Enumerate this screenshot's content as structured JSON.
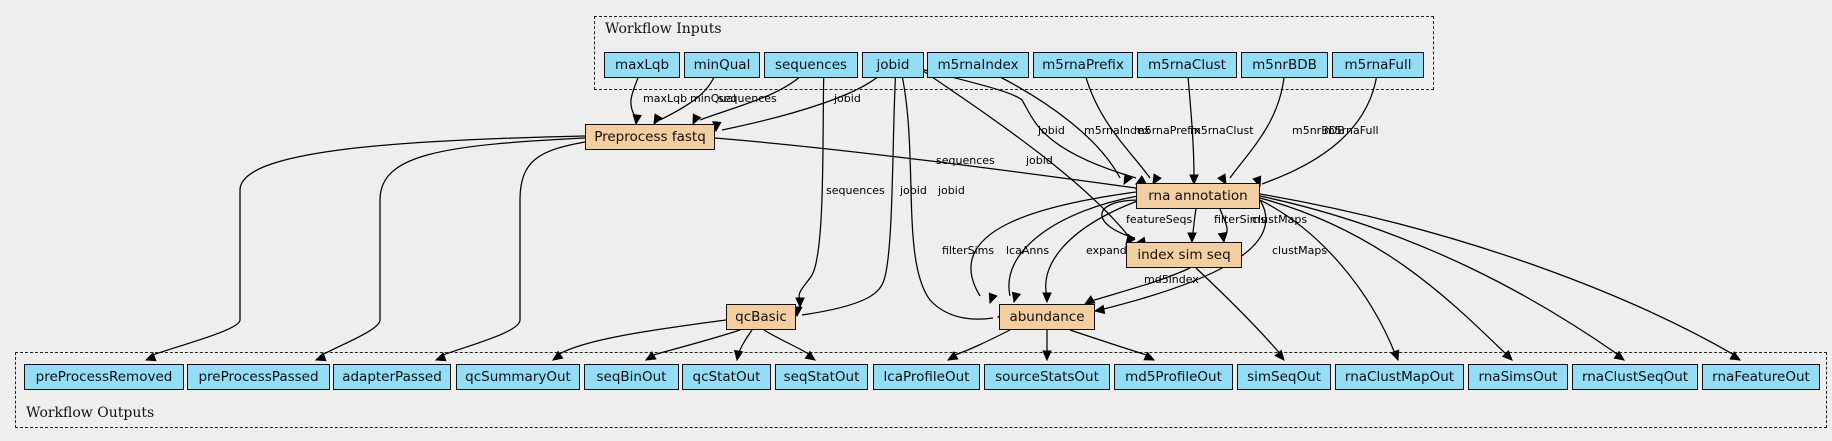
{
  "clusters": {
    "inputs_label": "Workflow Inputs",
    "outputs_label": "Workflow Outputs"
  },
  "colors": {
    "background": "#eeeeee",
    "io_node": "#94ddf4",
    "step_node": "#f3cea1"
  },
  "inputs": [
    "maxLqb",
    "minQual",
    "sequences",
    "jobid",
    "m5rnaIndex",
    "m5rnaPrefix",
    "m5rnaClust",
    "m5nrBDB",
    "m5rnaFull"
  ],
  "steps": [
    "Preprocess fastq",
    "rna annotation",
    "index sim seq",
    "qcBasic",
    "abundance"
  ],
  "outputs": [
    "preProcessRemoved",
    "preProcessPassed",
    "adapterPassed",
    "qcSummaryOut",
    "seqBinOut",
    "qcStatOut",
    "seqStatOut",
    "lcaProfileOut",
    "sourceStatsOut",
    "md5ProfileOut",
    "simSeqOut",
    "rnaClustMapOut",
    "rnaSimsOut",
    "rnaClustSeqOut",
    "rnaFeatureOut"
  ],
  "edges": [
    {
      "from": "maxLqb",
      "to": "Preprocess fastq",
      "label": "maxLqb"
    },
    {
      "from": "minQual",
      "to": "Preprocess fastq",
      "label": "minQual"
    },
    {
      "from": "sequences",
      "to": "Preprocess fastq",
      "label": "sequences"
    },
    {
      "from": "jobid",
      "to": "Preprocess fastq",
      "label": "jobid"
    },
    {
      "from": "sequences",
      "to": "qcBasic",
      "label": "sequences"
    },
    {
      "from": "jobid",
      "to": "qcBasic",
      "label": "jobid"
    },
    {
      "from": "jobid",
      "to": "abundance",
      "label": "jobid"
    },
    {
      "from": "jobid",
      "to": "rna annotation",
      "label": "jobid"
    },
    {
      "from": "jobid",
      "to": "index sim seq",
      "label": "jobid"
    },
    {
      "from": "m5rnaIndex",
      "to": "rna annotation",
      "label": "m5rnaIndex"
    },
    {
      "from": "m5rnaPrefix",
      "to": "rna annotation",
      "label": "m5rnaPrefix"
    },
    {
      "from": "m5rnaClust",
      "to": "rna annotation",
      "label": "m5rnaClust"
    },
    {
      "from": "m5nrBDB",
      "to": "rna annotation",
      "label": "m5nrBDB"
    },
    {
      "from": "m5rnaFull",
      "to": "rna annotation",
      "label": "m5rnaFull"
    },
    {
      "from": "Preprocess fastq",
      "to": "rna annotation",
      "label": "sequences"
    },
    {
      "from": "rna annotation",
      "to": "index sim seq",
      "label": "featureSeqs"
    },
    {
      "from": "rna annotation",
      "to": "index sim seq",
      "label": "filterSims"
    },
    {
      "from": "rna annotation",
      "to": "index sim seq",
      "label": "clustMaps"
    },
    {
      "from": "rna annotation",
      "to": "abundance",
      "label": "filterSims"
    },
    {
      "from": "rna annotation",
      "to": "abundance",
      "label": "lcaAnns"
    },
    {
      "from": "rna annotation",
      "to": "abundance",
      "label": "expandSims"
    },
    {
      "from": "rna annotation",
      "to": "abundance",
      "label": "clustMaps"
    },
    {
      "from": "index sim seq",
      "to": "abundance",
      "label": "md5index"
    },
    {
      "from": "Preprocess fastq",
      "to": "preProcessRemoved",
      "label": ""
    },
    {
      "from": "Preprocess fastq",
      "to": "preProcessPassed",
      "label": ""
    },
    {
      "from": "Preprocess fastq",
      "to": "adapterPassed",
      "label": ""
    },
    {
      "from": "qcBasic",
      "to": "qcSummaryOut",
      "label": ""
    },
    {
      "from": "qcBasic",
      "to": "seqBinOut",
      "label": ""
    },
    {
      "from": "qcBasic",
      "to": "qcStatOut",
      "label": ""
    },
    {
      "from": "qcBasic",
      "to": "seqStatOut",
      "label": ""
    },
    {
      "from": "abundance",
      "to": "lcaProfileOut",
      "label": ""
    },
    {
      "from": "abundance",
      "to": "sourceStatsOut",
      "label": ""
    },
    {
      "from": "abundance",
      "to": "md5ProfileOut",
      "label": ""
    },
    {
      "from": "index sim seq",
      "to": "simSeqOut",
      "label": ""
    },
    {
      "from": "rna annotation",
      "to": "rnaClustMapOut",
      "label": ""
    },
    {
      "from": "rna annotation",
      "to": "rnaSimsOut",
      "label": ""
    },
    {
      "from": "rna annotation",
      "to": "rnaClustSeqOut",
      "label": ""
    },
    {
      "from": "rna annotation",
      "to": "rnaFeatureOut",
      "label": ""
    }
  ]
}
